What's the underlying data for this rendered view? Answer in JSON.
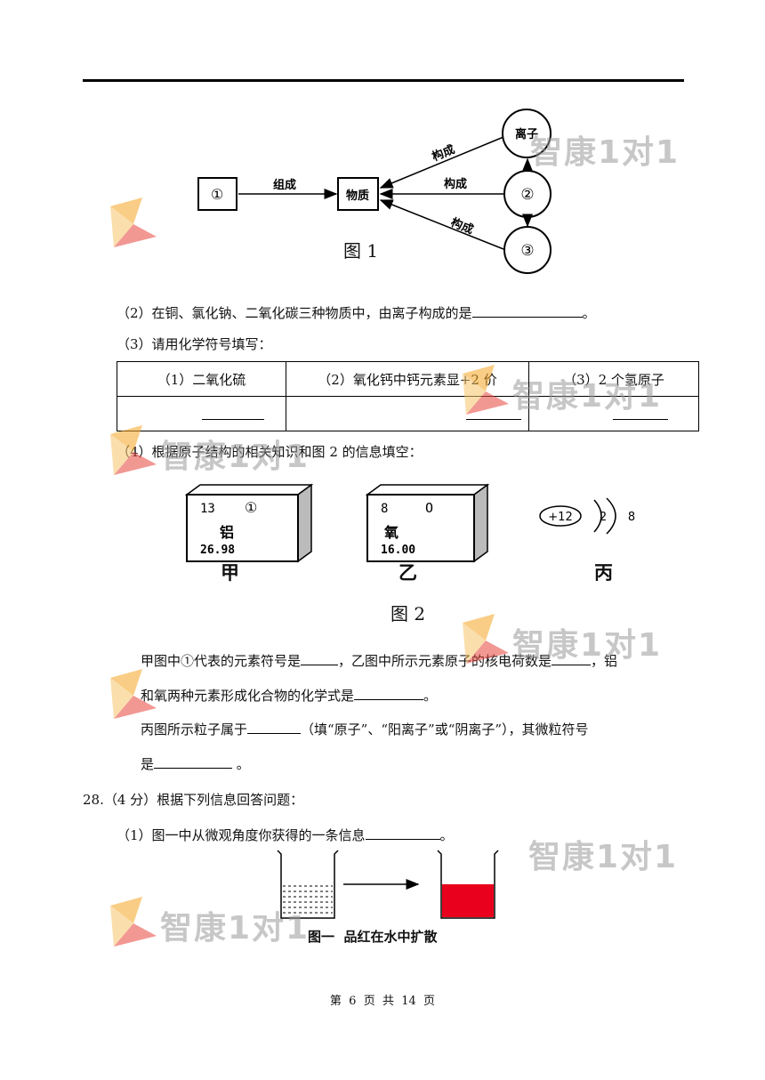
{
  "fig1": {
    "box1": "①",
    "matter": "物质",
    "ion": "离子",
    "circle2": "②",
    "circle3": "③",
    "arrow_compose": "组成",
    "arrow_construct_1": "构成",
    "arrow_construct_2": "构成",
    "arrow_construct_3": "构成",
    "caption": "图 1"
  },
  "q2": {
    "text": "（2）在铜、氯化钠、二氧化碳三种物质中，由离子构成的是",
    "end": "。"
  },
  "q3": {
    "text": "（3）请用化学符号填写：",
    "headers": [
      "（1）二氧化硫",
      "（2）氧化钙中钙元素显+2 价",
      "（3）2 个氢原子"
    ]
  },
  "q4": {
    "text": "（4）根据原子结构的相关知识和图 2 的信息填空："
  },
  "fig2": {
    "jia": {
      "number": "13",
      "symbol": "①",
      "name": "铝",
      "mass": "26.98",
      "label": "甲"
    },
    "yi": {
      "number": "8",
      "symbol": "O",
      "name": "氧",
      "mass": "16.00",
      "label": "乙"
    },
    "bing": {
      "nucleus": "+12",
      "shell1": "2",
      "shell2": "8",
      "label": "丙"
    },
    "caption": "图 2"
  },
  "q4_lines": {
    "l1a": "甲图中①代表的元素符号是",
    "l1b": "，乙图中所示元素原子的核电荷数是",
    "l1c": "，铝",
    "l2a": "和氧两种元素形成化合物的化学式是",
    "l2b": "。",
    "l3a": "丙图所示粒子属于",
    "l3b": "（填“原子”、“阳离子”或“阴离子”），其微粒符号",
    "l4a": "是",
    "l4b": " 。"
  },
  "q28": {
    "title": "28.（4 分）根据下列信息回答问题：",
    "sub1": "（1）图一中从微观角度你获得的一条信息",
    "sub1_end": "。",
    "fig_caption": "图一  品红在水中扩散"
  },
  "watermark": "智康1对1",
  "footer": "第  6  页  共  14  页",
  "colors": {
    "dye": "#e8001c",
    "wm_orange": "#f5a623",
    "wm_red": "#e8453c"
  }
}
